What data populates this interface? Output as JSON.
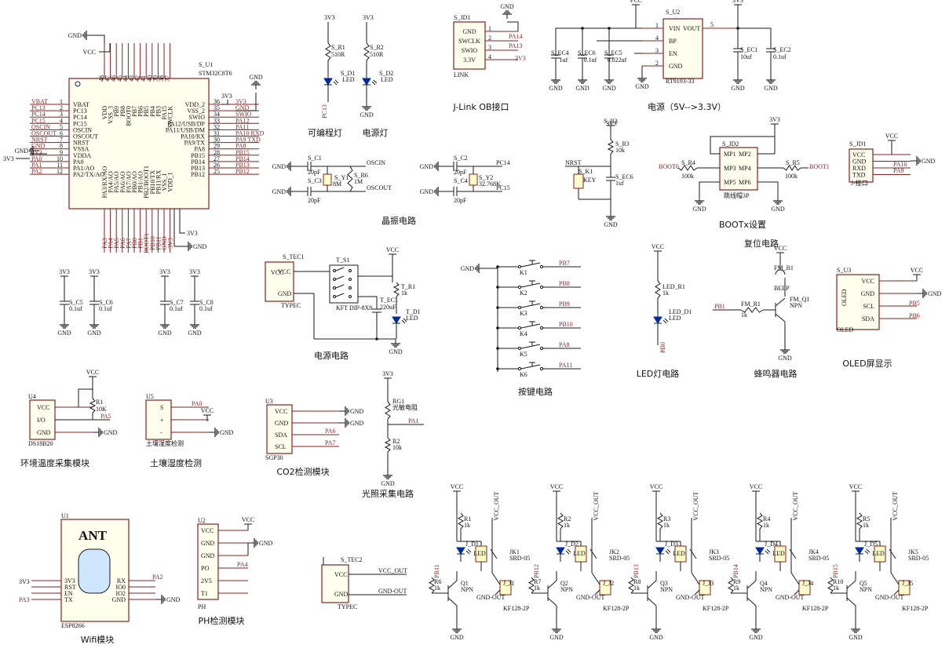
{
  "captions": {
    "prog_led": "可编程灯",
    "power_led": "电源灯",
    "jlink": "J-Link OB接口",
    "power_supply": "电源（5V-->3.3V）",
    "crystal": "晶振电路",
    "boot": "BOOTx设置",
    "reset": "复位电路",
    "power_circuit": "电源电路",
    "keys": "按键电路",
    "led_circuit": "LED灯电路",
    "buzzer": "蜂鸣器电路",
    "oled": "OLED屏显示",
    "temp": "环境温度采集模块",
    "soil": "土壤湿度检测",
    "co2": "CO2检测模块",
    "light": "光照采集电路",
    "wifi": "Wifi模块",
    "ph": "PH检测模块"
  },
  "mcu": {
    "ref": "S_U1",
    "part": "STM32C8T6",
    "left_pins": [
      {
        "net": "VBAT",
        "num": "1",
        "name": "VBAT"
      },
      {
        "net": "PC13",
        "num": "2",
        "name": "PC13"
      },
      {
        "net": "PC14",
        "num": "3",
        "name": "PC14"
      },
      {
        "net": "PC15",
        "num": "4",
        "name": "PC15"
      },
      {
        "net": "OSCIN",
        "num": "5",
        "name": "OSCIN"
      },
      {
        "net": "OSCOUT",
        "num": "6",
        "name": "OSCOUT"
      },
      {
        "net": "NRST",
        "num": "7",
        "name": "NRST"
      },
      {
        "net": "GND",
        "num": "8",
        "name": "VSSA"
      },
      {
        "net": "3V3",
        "num": "9",
        "name": "VDDA"
      },
      {
        "net": "PA0",
        "num": "10",
        "name": "PA0"
      },
      {
        "net": "PA1",
        "num": "11",
        "name": "PA1/AO"
      },
      {
        "net": "PA2",
        "num": "12",
        "name": "PA2/TX/AO"
      }
    ],
    "right_pins": [
      {
        "num": "36",
        "name": "VDD_2",
        "net": "3V3"
      },
      {
        "num": "35",
        "name": "VSS_2",
        "net": "GND"
      },
      {
        "num": "34",
        "name": "SWIO",
        "net": "SWIO"
      },
      {
        "num": "33",
        "name": "PA12/USB/DP",
        "net": "PA12"
      },
      {
        "num": "32",
        "name": "PA11/USB/DM",
        "net": "PA11"
      },
      {
        "num": "31",
        "name": "PA10/RX",
        "net": "PA10 RXD"
      },
      {
        "num": "30",
        "name": "PA9/TX",
        "net": "PA9 TXD"
      },
      {
        "num": "29",
        "name": "PA8",
        "net": "PA8"
      },
      {
        "num": "28",
        "name": "PB15",
        "net": "PB15"
      },
      {
        "num": "27",
        "name": "PB14",
        "net": "PB14"
      },
      {
        "num": "26",
        "name": "PB13",
        "net": "PB13"
      },
      {
        "num": "25",
        "name": "PB12",
        "net": "PB12"
      }
    ],
    "top_pins": [
      "VDD",
      "VSS_3",
      "PB9",
      "PB8",
      "BOOT0",
      "PB7",
      "PB6",
      "PB5",
      "PB4",
      "PB3",
      "PA15",
      "SWCLK"
    ],
    "top_nums": [
      "48",
      "47",
      "46",
      "45",
      "44",
      "43",
      "42",
      "41",
      "40",
      "39",
      "38",
      "37"
    ],
    "bottom_pins": [
      "PA3/RX/AO",
      "PA4/AO",
      "PA5/AO",
      "PA6/AO",
      "PA7/AO",
      "PB0/AO",
      "PB1/AO",
      "PB2/BOOT1",
      "PB10/TX",
      "PB11/RX",
      "VSS_1",
      "VDD_1"
    ],
    "bottom_nets": [
      "PA3",
      "PA4",
      "PA5",
      "PA6",
      "PA7",
      "PB0",
      "PB1",
      "BOOT1",
      "PB10",
      "PB11",
      "GND",
      "3V3"
    ],
    "top_power_nets": [
      "GND",
      "VCC"
    ]
  },
  "leds": {
    "d1": {
      "ref": "S_D1",
      "r": "S_R1",
      "rv": "510R",
      "type": "LED",
      "net": "PC13"
    },
    "d2": {
      "ref": "S_D2",
      "r": "S_R2",
      "rv": "510R",
      "type": "LED"
    }
  },
  "jlink": {
    "ref": "S_JD1",
    "label": "LINK",
    "pins": [
      "GND",
      "SWCLK",
      "SWIO",
      "3.3V"
    ],
    "nums": [
      "1",
      "2",
      "3",
      "4"
    ],
    "nets": [
      "PA14",
      "PA13",
      "3V3"
    ]
  },
  "ldo": {
    "ref": "S_U2",
    "part": "RT9193-33",
    "pins_left": [
      "VIN",
      "BP",
      "EN",
      "GND"
    ],
    "pin_right": "VOUT",
    "nums": [
      "1",
      "4",
      "3",
      "2",
      "5"
    ],
    "caps": [
      {
        "ref": "S_EC4",
        "v": "1uf"
      },
      {
        "ref": "S_EC6",
        "v": "0.1uf"
      },
      {
        "ref": "S_EC5",
        "v": "0.022uf"
      },
      {
        "ref": "S_EC1",
        "v": "10uf"
      },
      {
        "ref": "S_EC2",
        "v": "0.1uf"
      }
    ]
  },
  "crystal": {
    "c1": "S_C1",
    "c2": "S_C2",
    "c3": "S_C3",
    "c4": "S_C4",
    "cv": "20pF",
    "y1": "S_Y1",
    "y1v": "8M",
    "y2": "S_Y2",
    "y2v": "32.768K",
    "r6": "S_R6",
    "r6v": "1M",
    "nets": [
      "OSCIN",
      "OSCOUT",
      "PC14",
      "PC15"
    ]
  },
  "reset": {
    "r3": "S_R3",
    "r3v": "10k",
    "k1": "S_K1",
    "k1v": "KEY",
    "c": "S_EC6",
    "cv": "1uf",
    "net": "NRST"
  },
  "boot": {
    "ref": "S_JD2",
    "part": "跳线帽3P",
    "pins": [
      "MP1",
      "MP2",
      "MP3",
      "MP4",
      "MP5",
      "MP6"
    ],
    "r4": "S_R4",
    "r5": "S_R5",
    "rv": "100k",
    "nets": [
      "BOOT0",
      "BOOT1"
    ]
  },
  "uart": {
    "ref": "S_JD1",
    "label": "J-接口",
    "pins": [
      "VCC",
      "GND",
      "RXD",
      "TXD"
    ],
    "nets": [
      "PA10",
      "PA9"
    ]
  },
  "decoupling": [
    {
      "ref": "S_C5",
      "v": "0.1uf"
    },
    {
      "ref": "S_C6",
      "v": "0.1uf"
    },
    {
      "ref": "S_C7",
      "v": "0.1uf"
    },
    {
      "ref": "S_C8",
      "v": "0.1uf"
    }
  ],
  "power": {
    "tec": "S_TEC1",
    "tec_type": "TYPEC",
    "sw": "T_S1",
    "sw_part": "KFT DIP-8X8",
    "r": "T_R1",
    "rv": "1k",
    "c": "T_EC1",
    "cv": "220uF",
    "d": "T_D1",
    "dv": "LED"
  },
  "keys": {
    "items": [
      "K1",
      "K2",
      "K3",
      "K4",
      "K5",
      "K6"
    ],
    "nets": [
      "PB7",
      "PB8",
      "PB9",
      "PB10",
      "PA8",
      "PA11"
    ]
  },
  "led_circuit": {
    "r": "LED_R1",
    "rv": "1k",
    "d": "LED_D1",
    "dv": "LED",
    "net": "PB0"
  },
  "buzzer": {
    "ref": "FM_B1",
    "part": "BEEP",
    "r": "FM_R1",
    "rv": "1k",
    "q": "FM_Q1",
    "qv": "NPN",
    "net": "PB1"
  },
  "oled_mod": {
    "ref": "S_U3",
    "label": "OLED",
    "pins": [
      "VCC",
      "GND",
      "SCL",
      "SDA"
    ],
    "nets": [
      "VCC",
      "GND",
      "PB5",
      "PB6"
    ]
  },
  "ds18b20": {
    "ref": "U4",
    "part": "DS18B20",
    "pins": [
      "VCC",
      "I/O",
      "GND"
    ],
    "r": "R1",
    "rv": "10K",
    "net": "PA5"
  },
  "soil_mod": {
    "ref": "U5",
    "part": "土壤湿度检测",
    "pins": [
      "S",
      "+",
      "-"
    ],
    "net": "PA0"
  },
  "co2_mod": {
    "ref": "U3",
    "part": "SGP30",
    "pins": [
      "VCC",
      "GND",
      "SDA",
      "SCL"
    ],
    "nets": [
      "PA6",
      "PA7"
    ]
  },
  "light_mod": {
    "rg": "RG1",
    "rgv": "光敏电阻",
    "r": "R2",
    "rv": "10k",
    "net": "PA1"
  },
  "wifi_mod": {
    "ref": "U1",
    "part": "ESP8266",
    "ant": "ANT",
    "left": [
      "3V3",
      "RST",
      "EN",
      "TX"
    ],
    "right": [
      "RX",
      "IO0",
      "IO2",
      "GND"
    ],
    "nets": [
      "PA2",
      "PA3"
    ]
  },
  "ph_mod": {
    "ref": "U2",
    "part": "PH",
    "pins": [
      "VCC",
      "GND",
      "GND",
      "PO",
      "2V5",
      "T1"
    ],
    "net": "PA4"
  },
  "tec2": {
    "ref": "S_TEC2",
    "type": "TYPEC",
    "nets": [
      "VCC_OUT",
      "GND-OUT"
    ]
  },
  "relays": [
    {
      "d": "J_D1",
      "r1": "R1",
      "r2": "R6",
      "q": "Q1",
      "jk": "JK1",
      "jn": "J_J1",
      "net": "PB11"
    },
    {
      "d": "J_D2",
      "r1": "R2",
      "r2": "R7",
      "q": "Q2",
      "jk": "JK2",
      "jn": "J_J2",
      "net": "PB12"
    },
    {
      "d": "J_D3",
      "r1": "R3",
      "r2": "R8",
      "q": "Q3",
      "jk": "JK3",
      "jn": "J_J3",
      "net": "PB13"
    },
    {
      "d": "J_D4",
      "r1": "R4",
      "r2": "R9",
      "q": "Q4",
      "jk": "JK4",
      "jn": "J_J4",
      "net": "PB14"
    },
    {
      "d": "J_D5",
      "r1": "R5",
      "r2": "R10",
      "q": "Q5",
      "jk": "JK5",
      "jn": "J_J5",
      "net": "PB15"
    }
  ],
  "relay_common": {
    "srd": "SRD-05",
    "kf": "KF128-2P",
    "npn": "NPN",
    "rv": "1k",
    "led": "LED",
    "vcc_out": "VCC_OUT",
    "gnd_out": "GND-OUT"
  },
  "nets": {
    "vcc": "VCC",
    "v33": "3V3",
    "gnd": "GND"
  }
}
